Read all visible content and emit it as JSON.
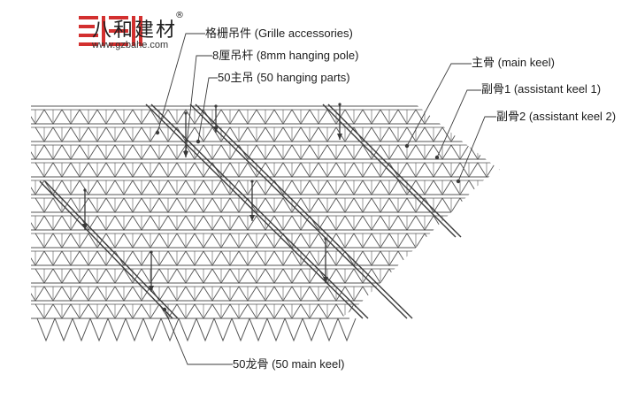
{
  "brand": {
    "name_cn": "八和建材",
    "registered_mark": "®",
    "website": "www.gzbahe.com",
    "logo_color": "#d3302f"
  },
  "labels": {
    "grille_accessories": "格栅吊件 (Grille accessories)",
    "hanging_pole": "8厘吊杆 (8mm hanging pole)",
    "hanging_parts": "50主吊 (50 hanging parts)",
    "main_keel": "主骨 (main keel)",
    "assistant_keel_1": "副骨1 (assistant keel 1)",
    "assistant_keel_2": "副骨2 (assistant keel 2)",
    "main_keel_50": "50龙骨 (50 main keel)"
  },
  "colors": {
    "line": "#3a3a3a",
    "grille": "#555555"
  }
}
